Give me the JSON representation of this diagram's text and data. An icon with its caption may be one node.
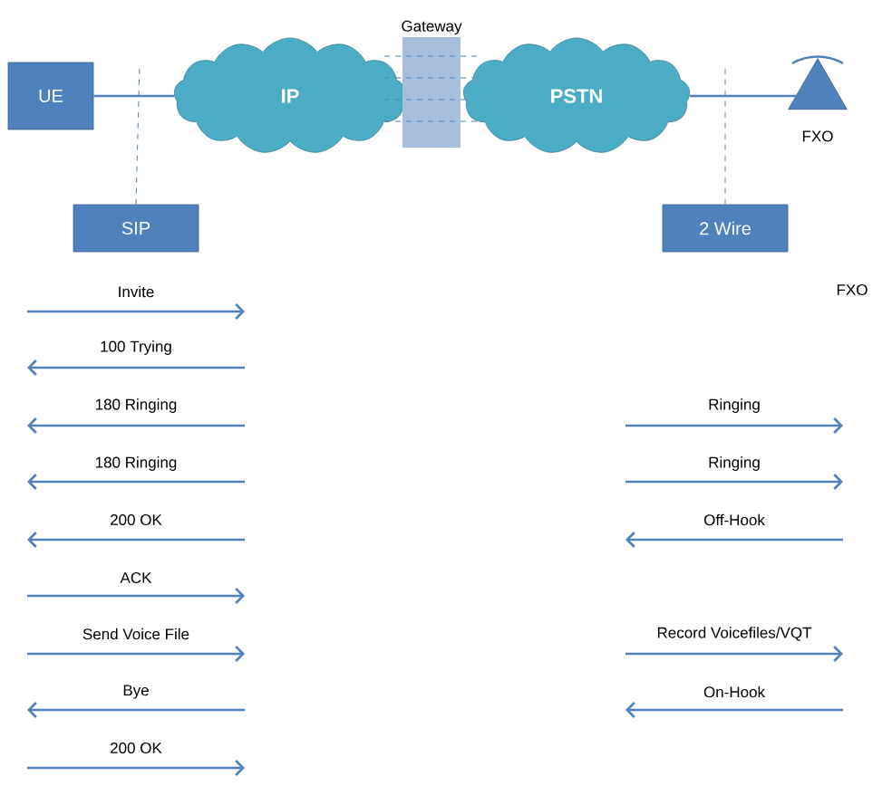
{
  "diagram": {
    "nodes": [
      {
        "text": [
          "UE"
        ]
      },
      {
        "text": [
          "IP"
        ]
      },
      {
        "text": [
          "Gateway"
        ]
      },
      {
        "text": [
          "PSTN"
        ]
      },
      {
        "text": [
          "FXO"
        ]
      },
      {
        "text": [
          "SIP"
        ]
      },
      {
        "text": [
          "2 Wire"
        ]
      }
    ],
    "edges": [
      {
        "from": 0,
        "to": 1,
        "arrow": "none"
      },
      {
        "from": 3,
        "to": 4,
        "arrow": "none"
      },
      {
        "from": 5,
        "to": null,
        "arrow": "none",
        "style": "dashed"
      },
      {
        "from": 6,
        "to": null,
        "arrow": "none",
        "style": "dashed"
      }
    ],
    "labels": [
      "Invite",
      "FXO",
      "100 Trying",
      "180 Ringing",
      "Ringing",
      "180 Ringing",
      "Ringing",
      "200 OK",
      "Off-Hook",
      "ACK",
      "Send Voice File",
      "Record Voicefiles/VQT",
      "Bye",
      "On-Hook",
      "200 OK"
    ]
  }
}
